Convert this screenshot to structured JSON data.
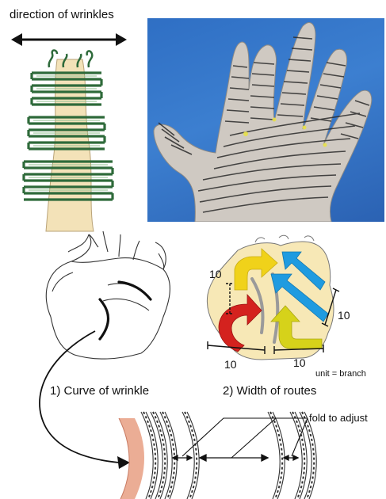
{
  "top_left": {
    "direction_label": "direction of wrinkles"
  },
  "bottom_left": {
    "caption": "1) Curve of wrinkle"
  },
  "bottom_right": {
    "caption": "2) Width of routes",
    "unit_label": "unit = branch",
    "dim_top_left": "10",
    "dim_right": "10",
    "dim_bottom_left": "10",
    "dim_bottom_right": "10"
  },
  "strip": {
    "fold_label": "fold to adjust"
  },
  "colors": {
    "skin": "#f3e2b8",
    "photo_bg": "#2f6fc4",
    "green_outline": "#2e6a3a",
    "arrow_yellow": "#f0d21a",
    "arrow_blue": "#1f9be0",
    "arrow_red": "#d4221e",
    "arrow_lime": "#d6d21a",
    "strip_edge": "#e9a48a"
  }
}
